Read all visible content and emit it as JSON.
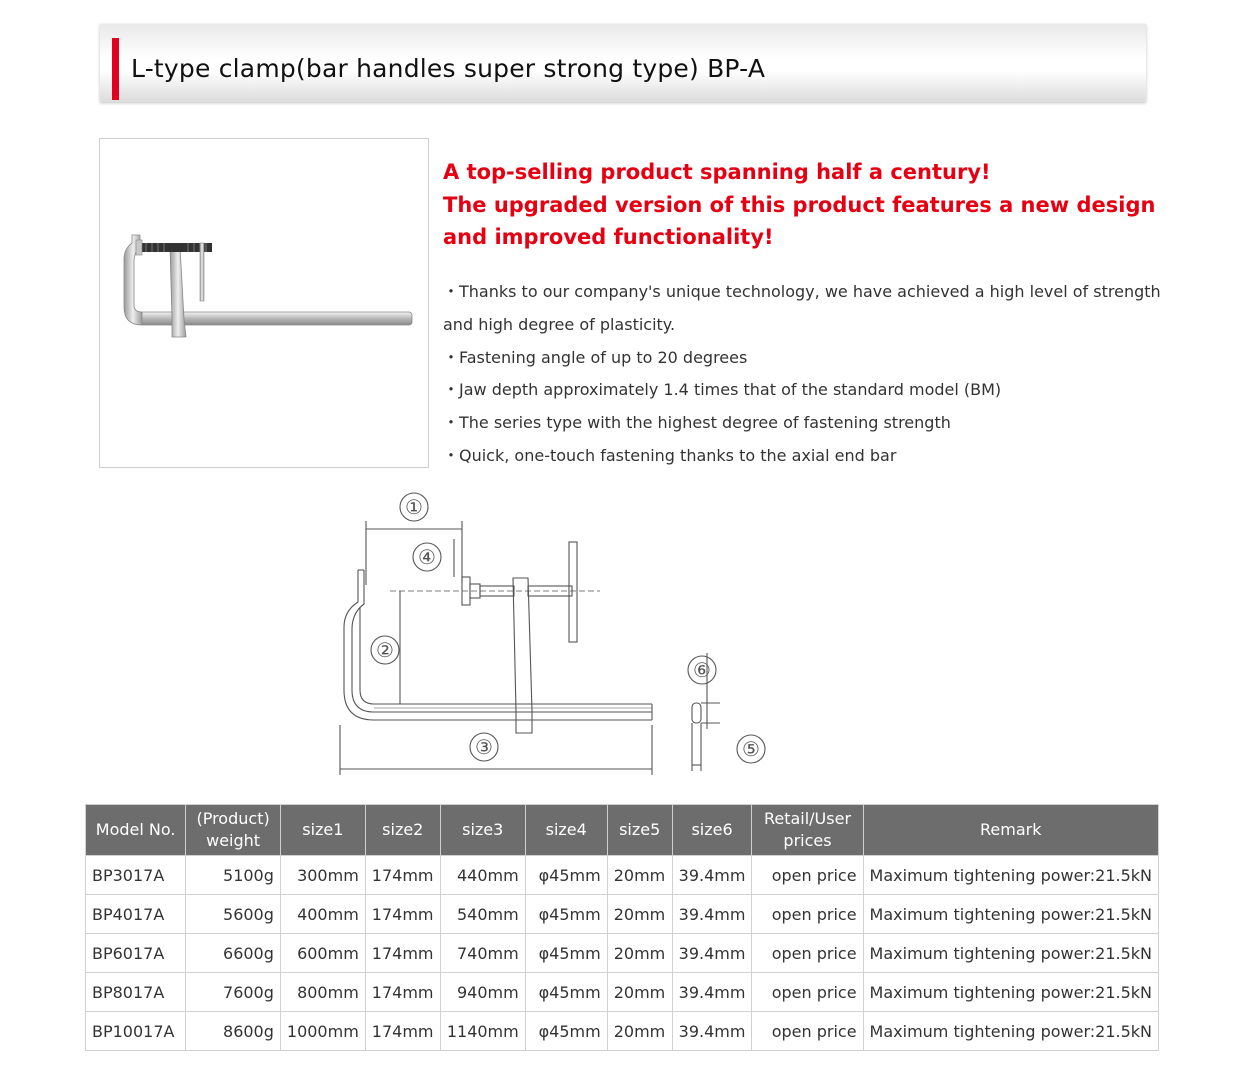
{
  "title": "L-type clamp(bar handles super strong type) BP-A",
  "headline": [
    "A top-selling product spanning half a century!",
    "The upgraded version of this product features a new design and improved functionality!"
  ],
  "features": [
    "・Thanks to our company's unique technology, we have achieved a high level of strength and high degree of plasticity.",
    "・Fastening angle of up to 20 degrees",
    "・Jaw depth approximately 1.4 times that of the standard model (BM)",
    "・The series type with the highest degree of fastening strength",
    "・Quick, one-touch fastening thanks to the axial end bar"
  ],
  "diagram_labels": [
    "①",
    "②",
    "③",
    "④",
    "⑤",
    "⑥"
  ],
  "table": {
    "headers": [
      "Model No.",
      "(Product) weight",
      "size1",
      "size2",
      "size3",
      "size4",
      "size5",
      "size6",
      "Retail/User prices",
      "Remark"
    ],
    "rows": [
      [
        "BP3017A",
        "5100g",
        "300mm",
        "174mm",
        "440mm",
        "φ45mm",
        "20mm",
        "39.4mm",
        "open price",
        "Maximum tightening power:21.5kN"
      ],
      [
        "BP4017A",
        "5600g",
        "400mm",
        "174mm",
        "540mm",
        "φ45mm",
        "20mm",
        "39.4mm",
        "open price",
        "Maximum tightening power:21.5kN"
      ],
      [
        "BP6017A",
        "6600g",
        "600mm",
        "174mm",
        "740mm",
        "φ45mm",
        "20mm",
        "39.4mm",
        "open price",
        "Maximum tightening power:21.5kN"
      ],
      [
        "BP8017A",
        "7600g",
        "800mm",
        "174mm",
        "940mm",
        "φ45mm",
        "20mm",
        "39.4mm",
        "open price",
        "Maximum tightening power:21.5kN"
      ],
      [
        "BP10017A",
        "8600g",
        "1000mm",
        "174mm",
        "1140mm",
        "φ45mm",
        "20mm",
        "39.4mm",
        "open price",
        "Maximum tightening power:21.5kN"
      ]
    ]
  },
  "colors": {
    "accent": "#e1001e",
    "headline": "#e60012",
    "table_header": "#6d6d6d"
  }
}
